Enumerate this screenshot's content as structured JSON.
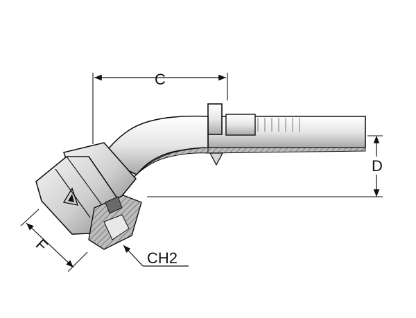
{
  "dimensions": {
    "c_label": "C",
    "d_label": "D",
    "f_label": "F",
    "ch2_label": "CH2"
  },
  "colors": {
    "line": "#111111",
    "body_light": "#f2f2f2",
    "body_mid": "#c9c9c9",
    "body_dark": "#8a8a8a",
    "section": "#9a9a9a",
    "background": "#ffffff"
  },
  "icons": {
    "hex_nut_mark": "triangle-logo-icon"
  }
}
